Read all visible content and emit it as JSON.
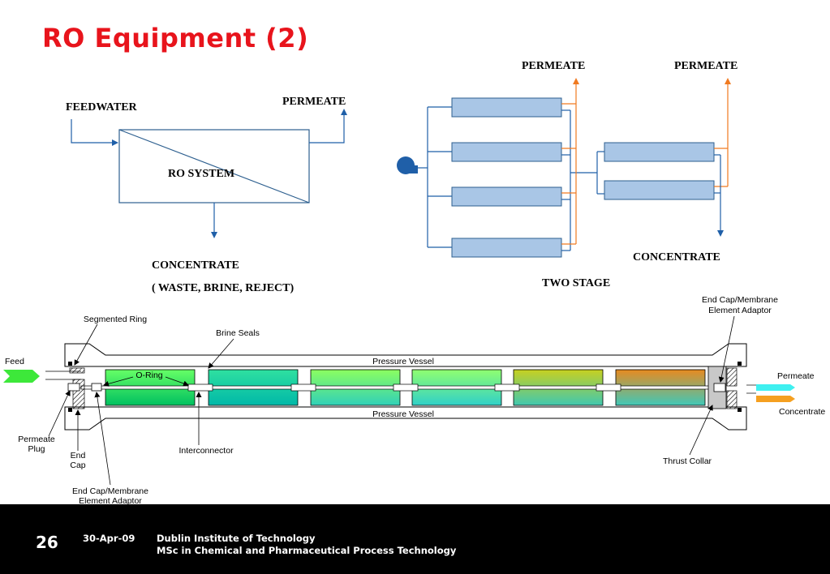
{
  "slide": {
    "title": "RO Equipment (2)",
    "page_number": "26",
    "date": "30-Apr-09",
    "institution": "Dublin Institute of Technology",
    "course": "MSc in Chemical and Pharmaceutical Process Technology"
  },
  "ro_system": {
    "feedwater": "FEEDWATER",
    "permeate": "PERMEATE",
    "system": "RO SYSTEM",
    "concentrate": "CONCENTRATE",
    "concentrate_note": "( WASTE, BRINE, REJECT)"
  },
  "two_stage": {
    "permeate_1": "PERMEATE",
    "permeate_2": "PERMEATE",
    "concentrate": "CONCENTRATE",
    "caption": "TWO STAGE",
    "colors": {
      "vessel_fill": "#a9c6e6",
      "permeate_line": "#f07a20",
      "feed_line": "#1f5fa8"
    }
  },
  "pressure_vessel": {
    "vessel_label_top": "Pressure Vessel",
    "vessel_label_bottom": "Pressure Vessel",
    "feed": "Feed",
    "permeate": "Permeate",
    "concentrate": "Concentrate",
    "segmented_ring": "Segmented Ring",
    "brine_seals": "Brine Seals",
    "o_ring": "O-Ring",
    "end_cap_adaptor_right_1": "End Cap/Membrane",
    "end_cap_adaptor_right_2": "Element Adaptor",
    "permeate_plug_1": "Permeate",
    "permeate_plug_2": "Plug",
    "end_cap_1": "End",
    "end_cap_2": "Cap",
    "interconnector": "Interconnector",
    "thrust_collar": "Thrust Collar",
    "end_cap_adaptor_left_1": "End Cap/Membrane",
    "end_cap_adaptor_left_2": "Element Adaptor",
    "colors": {
      "feed_arrow": "#3de83a",
      "permeate_arrow": "#3ff0f0",
      "concentrate_arrow": "#f5a020"
    }
  }
}
